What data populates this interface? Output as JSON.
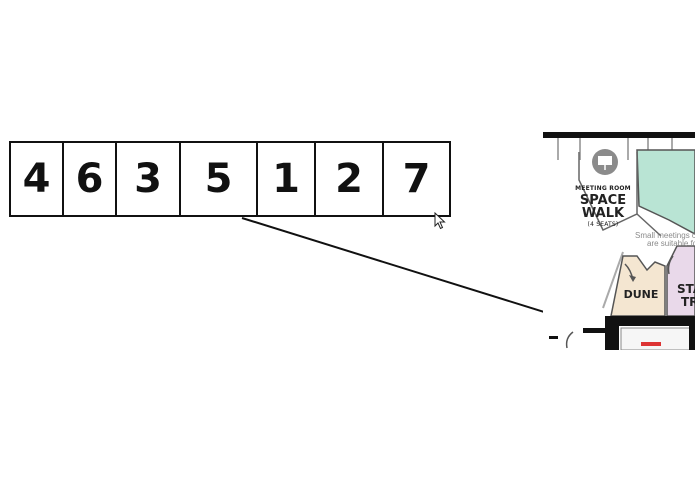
{
  "strip": {
    "cells": [
      "4",
      "6",
      "3",
      "5",
      "1",
      "2",
      "7"
    ]
  },
  "plan": {
    "meeting_room": {
      "kicker": "MEETING ROOM",
      "name_line1": "SPACE",
      "name_line2": "WALK",
      "seats": "(4 SEATS)"
    },
    "note_line1": "Small meetings or",
    "note_line2": "are suitable fo",
    "room_dune": "DUNE",
    "room_star_line1": "STA",
    "room_star_line2": "TR",
    "colors": {
      "dune_fill": "#f4e6d1",
      "star_fill": "#e9d9ea",
      "pool_fill": "#b9e4d4",
      "icon_fill": "#8b8b8b"
    }
  }
}
